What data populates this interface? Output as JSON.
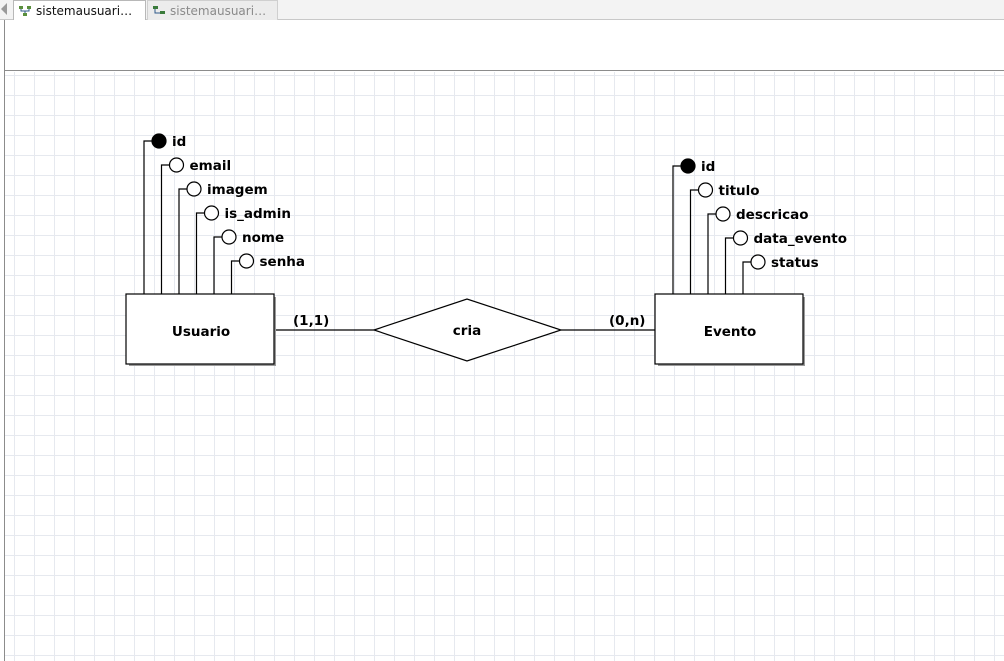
{
  "tabs": [
    {
      "label": "sistemausuario_...",
      "active": true
    },
    {
      "label": "sistemausuario_...",
      "active": false
    }
  ],
  "diagram": {
    "entities": [
      {
        "name": "Usuario",
        "attributes": [
          {
            "name": "id",
            "key": true
          },
          {
            "name": "email",
            "key": false
          },
          {
            "name": "imagem",
            "key": false
          },
          {
            "name": "is_admin",
            "key": false
          },
          {
            "name": "nome",
            "key": false
          },
          {
            "name": "senha",
            "key": false
          }
        ]
      },
      {
        "name": "Evento",
        "attributes": [
          {
            "name": "id",
            "key": true
          },
          {
            "name": "titulo",
            "key": false
          },
          {
            "name": "descricao",
            "key": false
          },
          {
            "name": "data_evento",
            "key": false
          },
          {
            "name": "status",
            "key": false
          }
        ]
      }
    ],
    "relationship": {
      "name": "cria",
      "left_cardinality": "(1,1)",
      "right_cardinality": "(0,n)"
    }
  }
}
